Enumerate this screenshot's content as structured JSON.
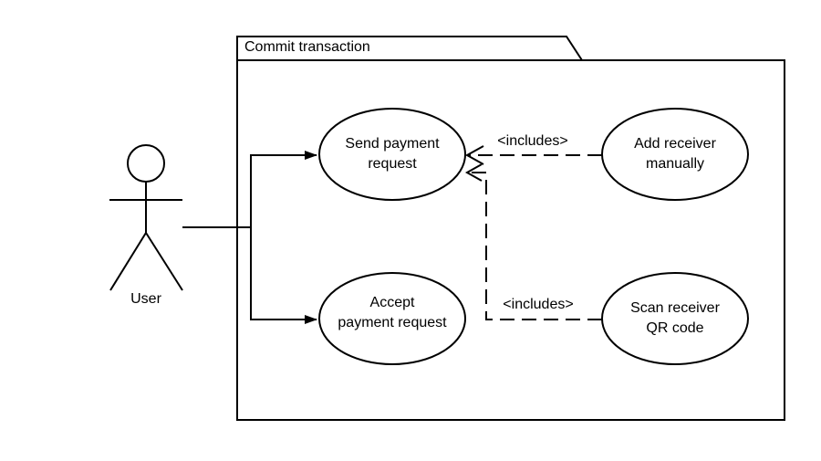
{
  "package": {
    "title": "Commit transaction"
  },
  "actor": {
    "name": "User"
  },
  "use_cases": {
    "send_payment": {
      "line1": "Send payment",
      "line2": "request"
    },
    "accept_payment": {
      "line1": "Accept",
      "line2": "payment request"
    },
    "add_receiver": {
      "line1": "Add receiver",
      "line2": "manually"
    },
    "scan_receiver": {
      "line1": "Scan receiver",
      "line2": "QR code"
    }
  },
  "relations": {
    "include_add": "<includes>",
    "include_scan": "<includes>"
  },
  "colors": {
    "stroke": "#000000",
    "background": "#ffffff"
  }
}
